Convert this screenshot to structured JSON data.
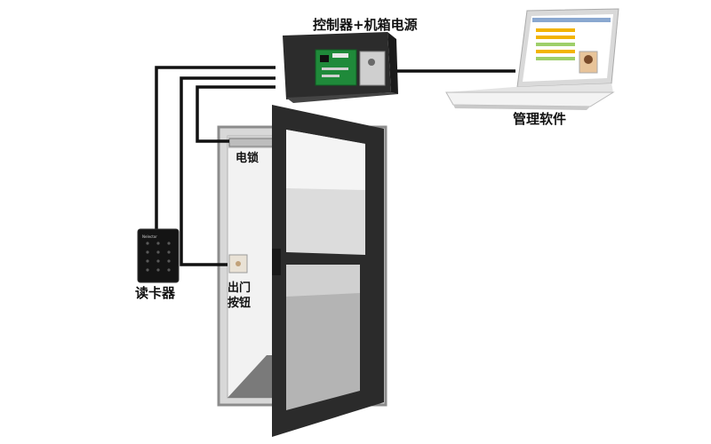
{
  "labels": {
    "controller": "控制器+机箱电源",
    "software": "管理软件",
    "lock": "电锁",
    "reader": "读卡器",
    "exit_button_line1": "出门",
    "exit_button_line2": "按钮"
  },
  "reader_brand": "Nelector",
  "colors": {
    "wire": "#111111",
    "door_frame": "#2b2b2b",
    "wall_frame": "#9a9a9a",
    "glass": "#b9b9b9",
    "board": "#1f8a3a",
    "screen_accent": "#f2b400"
  }
}
